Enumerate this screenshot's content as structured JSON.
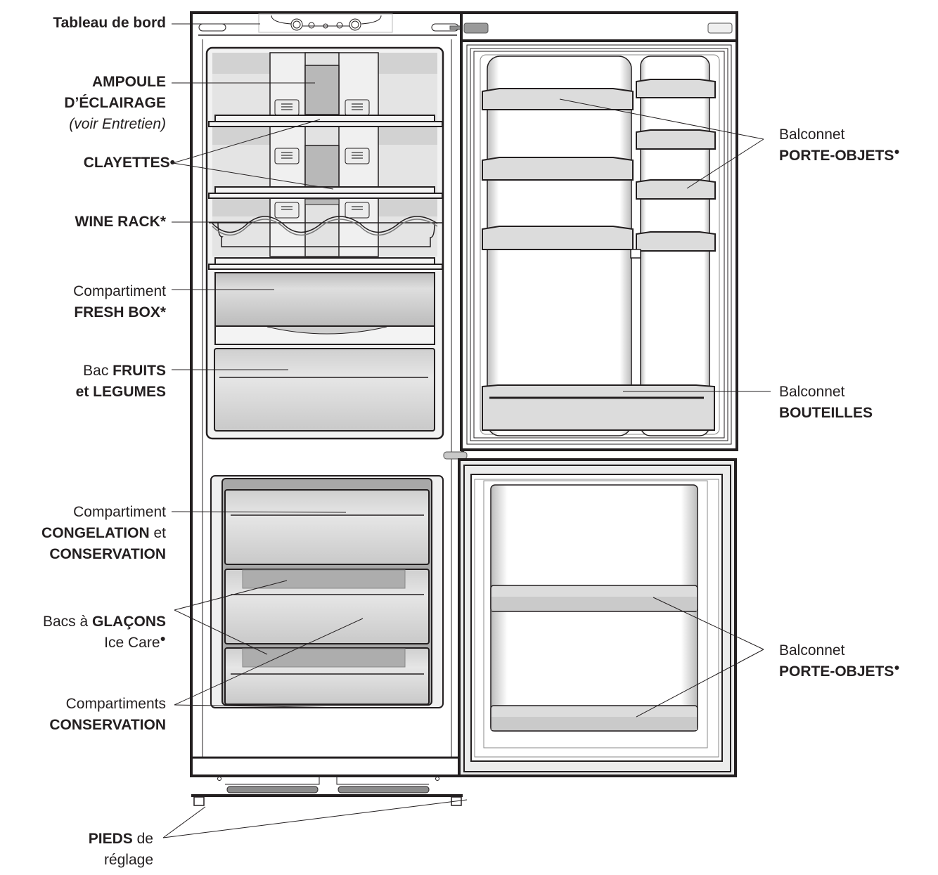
{
  "diagram": {
    "title": "Refrigerator–freezer component diagram (French)",
    "colors": {
      "outline": "#231f20",
      "panel_light": "#ececec",
      "panel_mid": "#d6d6d6",
      "panel_dark": "#b3b3b3",
      "door_bin": "#dcdcdc",
      "handle": "#9a9a9a"
    }
  },
  "labels": {
    "tableau": {
      "line1": "Tableau de bord"
    },
    "ampoule": {
      "line1": "AMPOULE",
      "line2": "D’ÉCLAIRAGE",
      "line3": "(voir Entretien)"
    },
    "clayettes": {
      "line1": "CLAYETTES",
      "mark": "•"
    },
    "wine_rack": {
      "line1": "WINE RACK*"
    },
    "fresh_box": {
      "line1": "Compartiment",
      "line2": "FRESH BOX*"
    },
    "fruits": {
      "prefix": "Bac ",
      "bold": "FRUITS",
      "line2": "et LEGUMES"
    },
    "congelation": {
      "line1": "Compartiment",
      "bold": "CONGELATION",
      "suffix": " et",
      "line3": "CONSERVATION"
    },
    "glacons": {
      "prefix": "Bacs à ",
      "bold": "GLAÇONS",
      "line2": "Ice Care",
      "mark": "●"
    },
    "conservation": {
      "line1": "Compartiments",
      "line2": "CONSERVATION"
    },
    "pieds": {
      "bold": "PIEDS",
      "suffix": " de",
      "line2": "réglage"
    },
    "porte_objets_top": {
      "line1": "Balconnet",
      "line2": "PORTE-OBJETS",
      "mark": "●"
    },
    "bouteilles": {
      "line1": "Balconnet",
      "line2": "BOUTEILLES"
    },
    "porte_objets_bottom": {
      "line1": "Balconnet",
      "line2": "PORTE-OBJETS",
      "mark": "●"
    }
  }
}
